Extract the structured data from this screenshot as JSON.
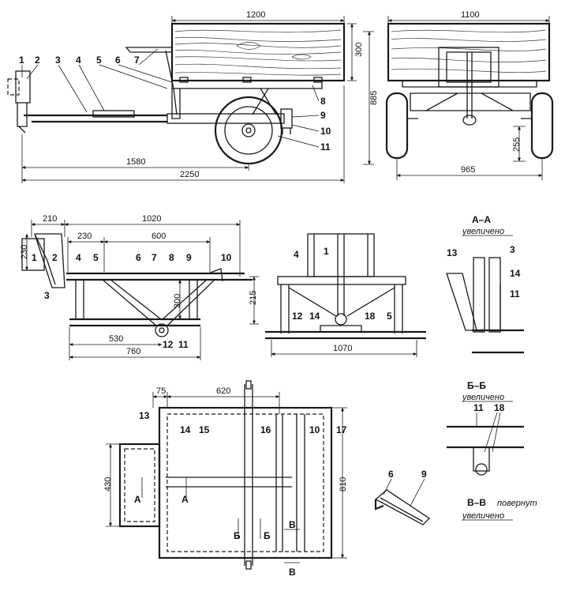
{
  "views": {
    "side": {
      "dims": [
        "1200",
        "300",
        "885",
        "1580",
        "2250"
      ],
      "callouts": [
        "1",
        "2",
        "3",
        "4",
        "5",
        "6",
        "7",
        "8",
        "9",
        "10",
        "11"
      ]
    },
    "rear": {
      "dims": [
        "1100",
        "255",
        "965"
      ]
    },
    "frame_side": {
      "dims": [
        "210",
        "1020",
        "230",
        "600",
        "230",
        "215",
        "300",
        "530",
        "760"
      ],
      "callouts": [
        "1",
        "2",
        "3",
        "4",
        "5",
        "6",
        "7",
        "8",
        "9",
        "10",
        "12",
        "11"
      ]
    },
    "frame_front": {
      "dims": [
        "1070"
      ],
      "callouts": [
        "4",
        "1",
        "12",
        "14",
        "18",
        "5"
      ]
    },
    "section_aa": {
      "title": "А–А",
      "subtitle": "увеличено",
      "callouts": [
        "13",
        "3",
        "14",
        "11"
      ]
    },
    "plan": {
      "dims": [
        "75",
        "620",
        "430",
        "810"
      ],
      "callouts": [
        "13",
        "14",
        "15",
        "16",
        "10",
        "17"
      ],
      "cut_marks": [
        "А",
        "А",
        "Б",
        "Б",
        "В",
        "В"
      ]
    },
    "section_bb": {
      "title": "Б–Б",
      "subtitle": "увеличено",
      "callouts": [
        "11",
        "18"
      ]
    },
    "detail": {
      "callouts": [
        "6",
        "9"
      ]
    },
    "section_vv": {
      "title": "В–В",
      "subtitle": "увеличено",
      "note": "повернут"
    }
  }
}
